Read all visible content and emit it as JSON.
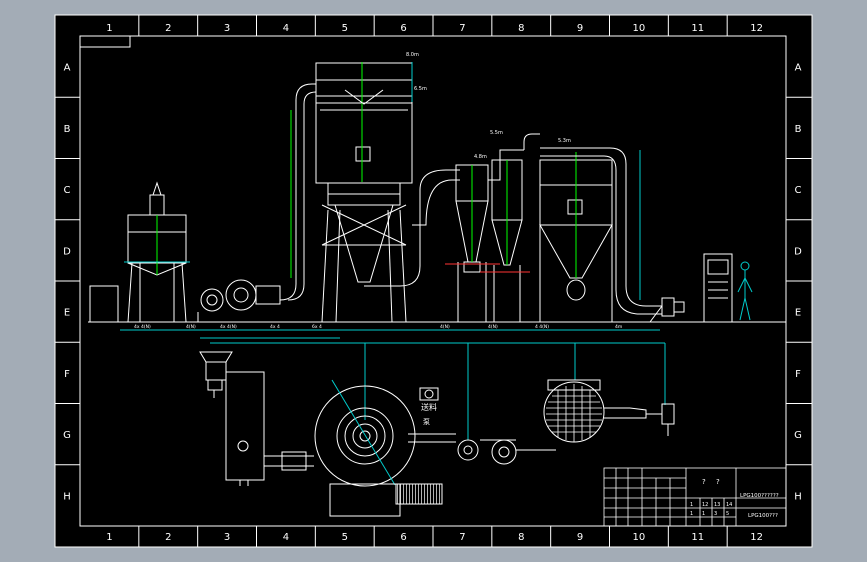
{
  "colors": {
    "background": "#a3acb6",
    "paper": "#000000",
    "frame": "#ffffff",
    "equipment": "#ffffff",
    "dimension": "#00cccc",
    "annotation": "#00ff00",
    "marker": "#ff3333",
    "accent": "#ffff00"
  },
  "grid": {
    "columns": [
      "1",
      "2",
      "3",
      "4",
      "5",
      "6",
      "7",
      "8",
      "9",
      "10",
      "11",
      "12"
    ],
    "rows": [
      "A",
      "B",
      "C",
      "D",
      "E",
      "F",
      "G",
      "H"
    ]
  },
  "elevation_labels": [
    {
      "id": "top1",
      "text": "8.0m"
    },
    {
      "id": "top2",
      "text": "6.5m"
    },
    {
      "id": "cyc1",
      "text": "5.5m"
    },
    {
      "id": "cyc2",
      "text": "4.8m"
    },
    {
      "id": "fan",
      "text": "5.3m"
    }
  ],
  "floor_labels": [
    {
      "id": "f1",
      "text": "4x 4(N)"
    },
    {
      "id": "f2",
      "text": "4(N)"
    },
    {
      "id": "f3",
      "text": "4x 4(N)"
    },
    {
      "id": "f4",
      "text": "4x 4"
    },
    {
      "id": "f5",
      "text": "6x 4"
    },
    {
      "id": "f6",
      "text": "4(N)"
    },
    {
      "id": "f7",
      "text": "4(N)"
    },
    {
      "id": "f8",
      "text": "4 4(N)"
    },
    {
      "id": "f9",
      "text": "4m"
    }
  ],
  "plan_labels": {
    "pump_label": "送料",
    "pump_sub": "泵"
  },
  "title_block": {
    "code_main": "LPG100??????",
    "code_sub": "LPG100???",
    "mark1": "?",
    "mark2": "?",
    "row_nums": [
      "1",
      "12",
      "13",
      "14"
    ],
    "row_nums2": [
      "1",
      "1",
      "3",
      "5"
    ]
  }
}
